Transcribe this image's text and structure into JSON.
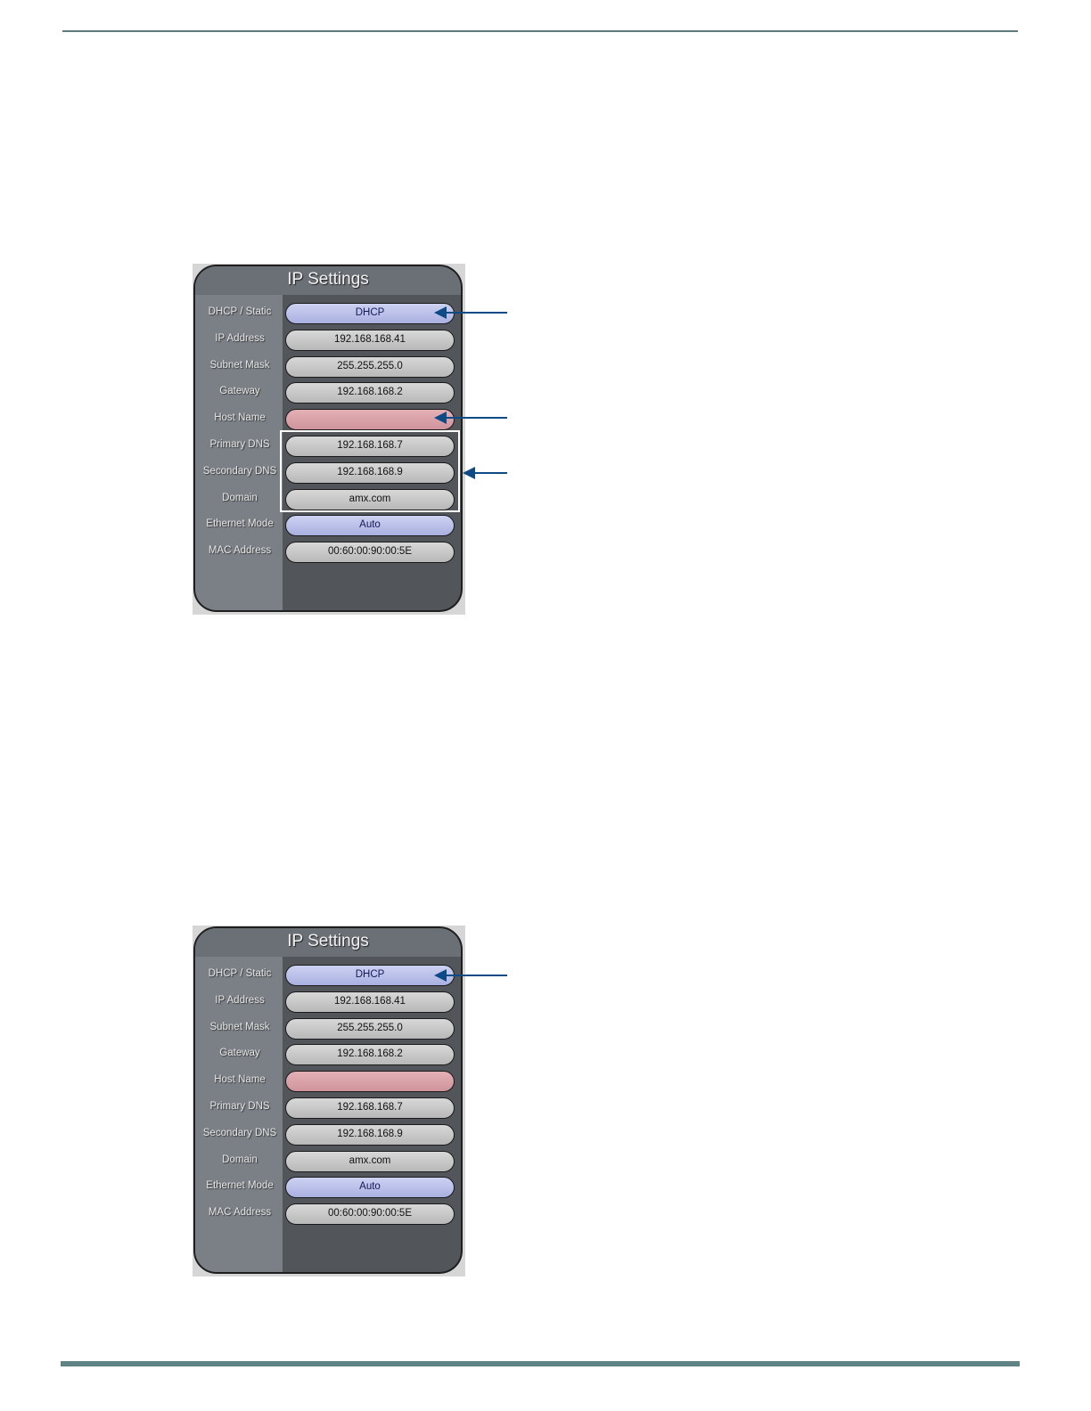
{
  "figure1": {
    "title": "IP Settings",
    "rows": [
      {
        "label": "DHCP / Static",
        "value": "DHCP",
        "style": "blue"
      },
      {
        "label": "IP Address",
        "value": "192.168.168.41",
        "style": "gray"
      },
      {
        "label": "Subnet Mask",
        "value": "255.255.255.0",
        "style": "gray"
      },
      {
        "label": "Gateway",
        "value": "192.168.168.2",
        "style": "gray"
      },
      {
        "label": "Host Name",
        "value": "",
        "style": "pink"
      },
      {
        "label": "Primary DNS",
        "value": "192.168.168.7",
        "style": "gray"
      },
      {
        "label": "Secondary DNS",
        "value": "192.168.168.9",
        "style": "gray"
      },
      {
        "label": "Domain",
        "value": "amx.com",
        "style": "gray"
      },
      {
        "label": "Ethernet Mode",
        "value": "Auto",
        "style": "blue"
      },
      {
        "label": "MAC Address",
        "value": "00:60:00:90:00:5E",
        "style": "gray"
      }
    ]
  },
  "figure2": {
    "title": "IP Settings",
    "rows": [
      {
        "label": "DHCP / Static",
        "value": "DHCP",
        "style": "blue"
      },
      {
        "label": "IP Address",
        "value": "192.168.168.41",
        "style": "gray"
      },
      {
        "label": "Subnet Mask",
        "value": "255.255.255.0",
        "style": "gray"
      },
      {
        "label": "Gateway",
        "value": "192.168.168.2",
        "style": "gray"
      },
      {
        "label": "Host Name",
        "value": "",
        "style": "pink"
      },
      {
        "label": "Primary DNS",
        "value": "192.168.168.7",
        "style": "gray"
      },
      {
        "label": "Secondary DNS",
        "value": "192.168.168.9",
        "style": "gray"
      },
      {
        "label": "Domain",
        "value": "amx.com",
        "style": "gray"
      },
      {
        "label": "Ethernet Mode",
        "value": "Auto",
        "style": "blue"
      },
      {
        "label": "MAC Address",
        "value": "00:60:00:90:00:5E",
        "style": "gray"
      }
    ]
  },
  "colors": {
    "rule": "#5e7a7a",
    "arrow": "#0e4b86",
    "field_blue": "#b8bee8",
    "field_pink": "#d9a2a9",
    "field_gray": "#c6c6c6",
    "panel_dark": "#52565b",
    "panel_light": "#7b8087"
  }
}
